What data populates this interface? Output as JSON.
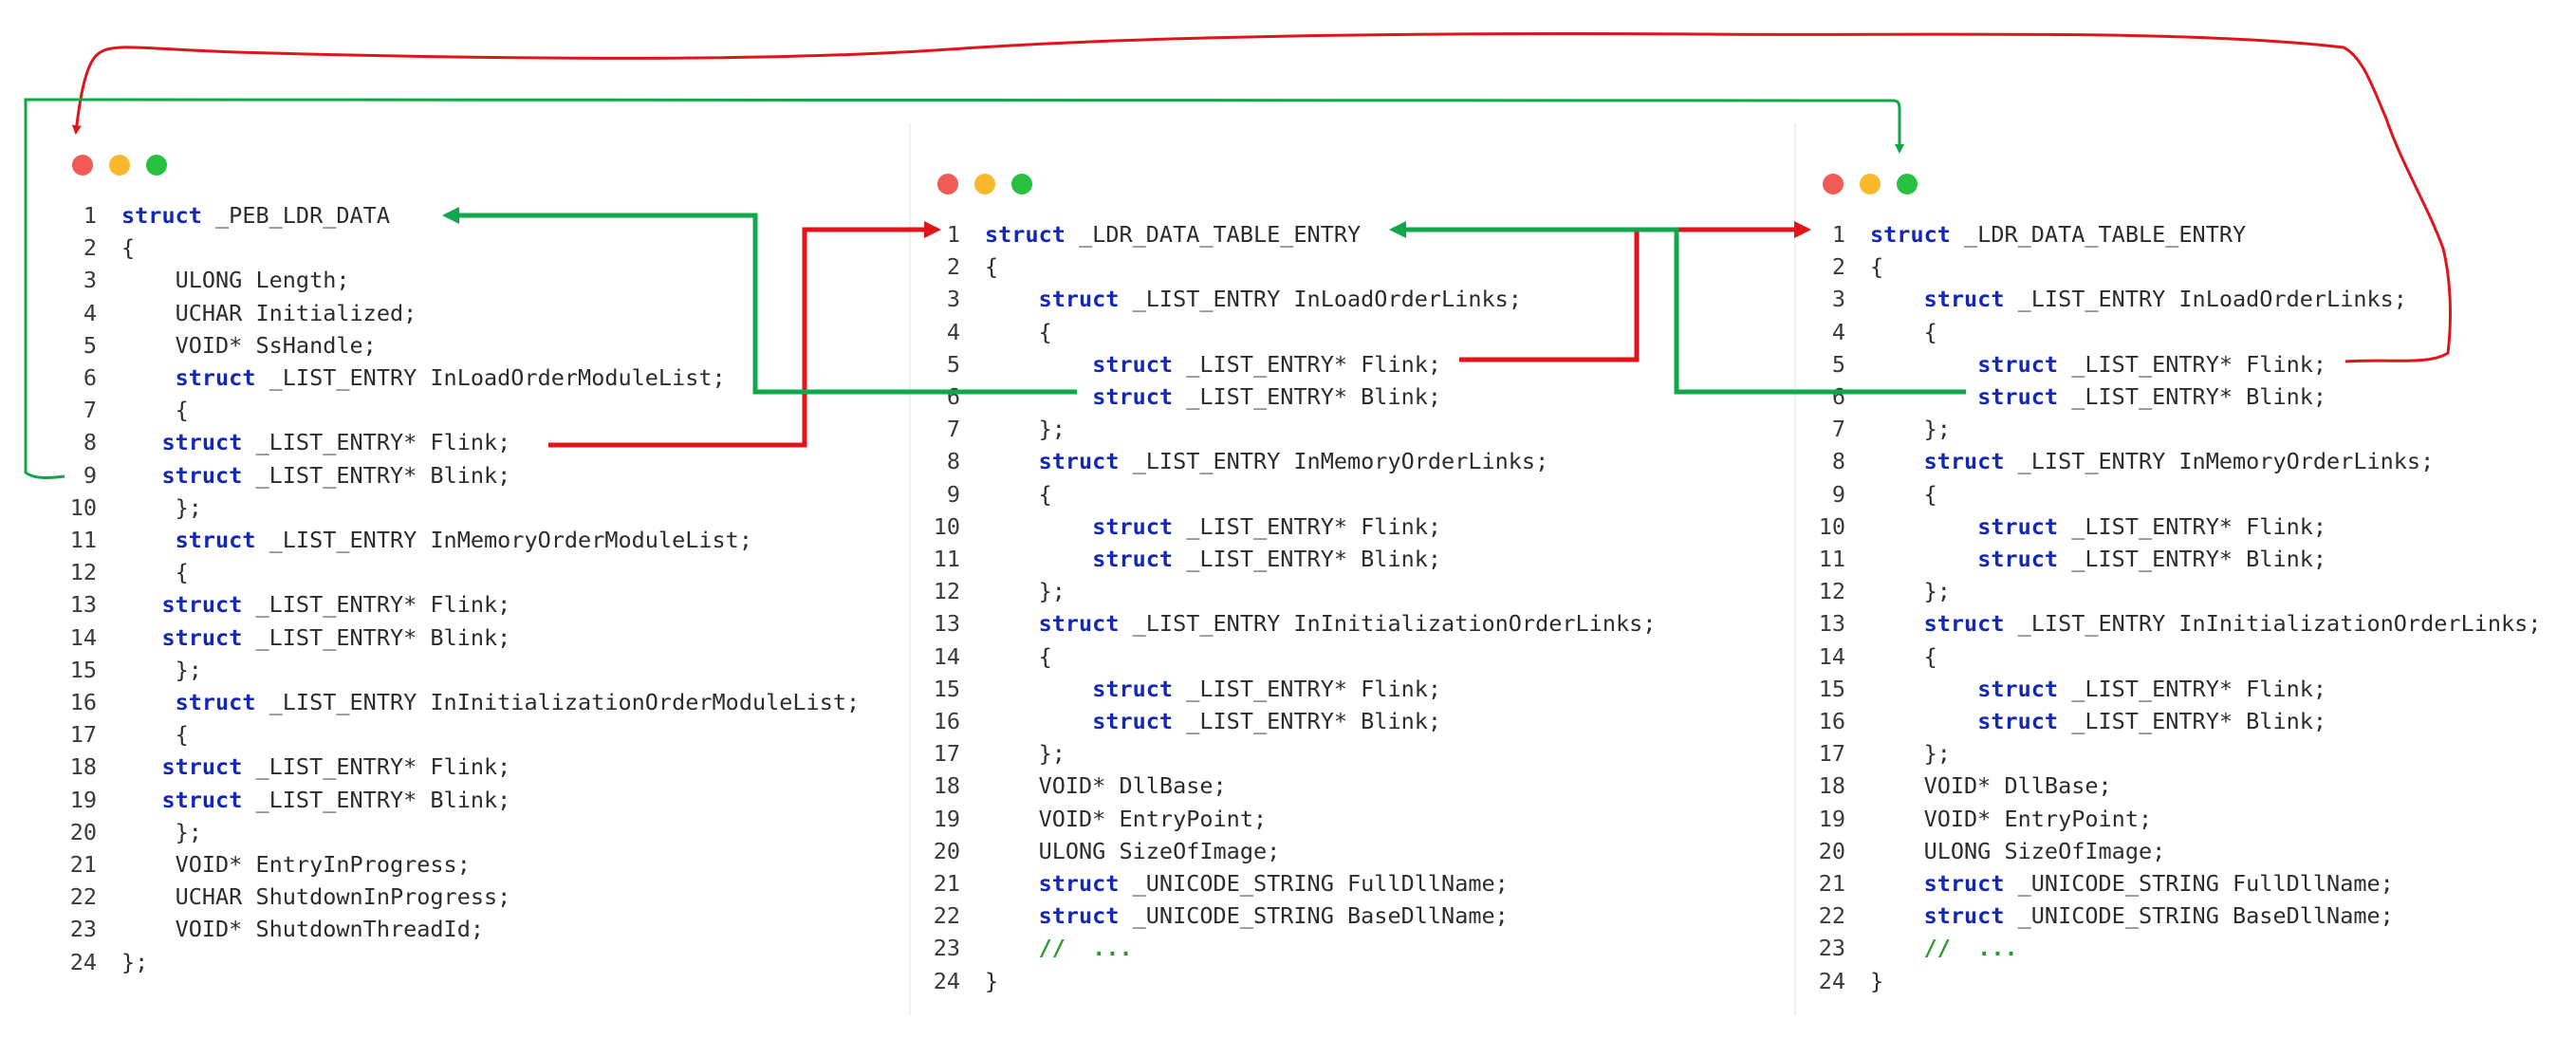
{
  "panels": [
    {
      "id": "peb-ldr-data",
      "lines": [
        [
          {
            "t": "struct",
            "k": true
          },
          {
            "t": " _PEB_LDR_DATA"
          }
        ],
        [
          {
            "t": "{"
          }
        ],
        [
          {
            "t": "    ULONG Length;"
          }
        ],
        [
          {
            "t": "    UCHAR Initialized;"
          }
        ],
        [
          {
            "t": "    VOID* SsHandle;"
          }
        ],
        [
          {
            "t": "    "
          },
          {
            "t": "struct",
            "k": true
          },
          {
            "t": " _LIST_ENTRY InLoadOrderModuleList;"
          }
        ],
        [
          {
            "t": "    {"
          }
        ],
        [
          {
            "t": "   "
          },
          {
            "t": "struct",
            "k": true
          },
          {
            "t": " _LIST_ENTRY* Flink;"
          }
        ],
        [
          {
            "t": "   "
          },
          {
            "t": "struct",
            "k": true
          },
          {
            "t": " _LIST_ENTRY* Blink;"
          }
        ],
        [
          {
            "t": "    };"
          }
        ],
        [
          {
            "t": "    "
          },
          {
            "t": "struct",
            "k": true
          },
          {
            "t": " _LIST_ENTRY InMemoryOrderModuleList;"
          }
        ],
        [
          {
            "t": "    {"
          }
        ],
        [
          {
            "t": "   "
          },
          {
            "t": "struct",
            "k": true
          },
          {
            "t": " _LIST_ENTRY* Flink;"
          }
        ],
        [
          {
            "t": "   "
          },
          {
            "t": "struct",
            "k": true
          },
          {
            "t": " _LIST_ENTRY* Blink;"
          }
        ],
        [
          {
            "t": "    };"
          }
        ],
        [
          {
            "t": "    "
          },
          {
            "t": "struct",
            "k": true
          },
          {
            "t": " _LIST_ENTRY InInitializationOrderModuleList;"
          }
        ],
        [
          {
            "t": "    {"
          }
        ],
        [
          {
            "t": "   "
          },
          {
            "t": "struct",
            "k": true
          },
          {
            "t": " _LIST_ENTRY* Flink;"
          }
        ],
        [
          {
            "t": "   "
          },
          {
            "t": "struct",
            "k": true
          },
          {
            "t": " _LIST_ENTRY* Blink;"
          }
        ],
        [
          {
            "t": "    };"
          }
        ],
        [
          {
            "t": "    VOID* EntryInProgress;"
          }
        ],
        [
          {
            "t": "    UCHAR ShutdownInProgress;"
          }
        ],
        [
          {
            "t": "    VOID* ShutdownThreadId;"
          }
        ],
        [
          {
            "t": "};"
          }
        ]
      ]
    },
    {
      "id": "ldr-data-table-entry-1",
      "lines": [
        [
          {
            "t": "struct",
            "k": true
          },
          {
            "t": " _LDR_DATA_TABLE_ENTRY"
          }
        ],
        [
          {
            "t": "{"
          }
        ],
        [
          {
            "t": "    "
          },
          {
            "t": "struct",
            "k": true
          },
          {
            "t": " _LIST_ENTRY InLoadOrderLinks;"
          }
        ],
        [
          {
            "t": "    {"
          }
        ],
        [
          {
            "t": "        "
          },
          {
            "t": "struct",
            "k": true
          },
          {
            "t": " _LIST_ENTRY* Flink;"
          }
        ],
        [
          {
            "t": "        "
          },
          {
            "t": "struct",
            "k": true
          },
          {
            "t": " _LIST_ENTRY* Blink;"
          }
        ],
        [
          {
            "t": "    };"
          }
        ],
        [
          {
            "t": "    "
          },
          {
            "t": "struct",
            "k": true
          },
          {
            "t": " _LIST_ENTRY InMemoryOrderLinks;"
          }
        ],
        [
          {
            "t": "    {"
          }
        ],
        [
          {
            "t": "        "
          },
          {
            "t": "struct",
            "k": true
          },
          {
            "t": " _LIST_ENTRY* Flink;"
          }
        ],
        [
          {
            "t": "        "
          },
          {
            "t": "struct",
            "k": true
          },
          {
            "t": " _LIST_ENTRY* Blink;"
          }
        ],
        [
          {
            "t": "    };"
          }
        ],
        [
          {
            "t": "    "
          },
          {
            "t": "struct",
            "k": true
          },
          {
            "t": " _LIST_ENTRY InInitializationOrderLinks;"
          }
        ],
        [
          {
            "t": "    {"
          }
        ],
        [
          {
            "t": "        "
          },
          {
            "t": "struct",
            "k": true
          },
          {
            "t": " _LIST_ENTRY* Flink;"
          }
        ],
        [
          {
            "t": "        "
          },
          {
            "t": "struct",
            "k": true
          },
          {
            "t": " _LIST_ENTRY* Blink;"
          }
        ],
        [
          {
            "t": "    };"
          }
        ],
        [
          {
            "t": "    VOID* DllBase;"
          }
        ],
        [
          {
            "t": "    VOID* EntryPoint;"
          }
        ],
        [
          {
            "t": "    ULONG SizeOfImage;"
          }
        ],
        [
          {
            "t": "    "
          },
          {
            "t": "struct",
            "k": true
          },
          {
            "t": " _UNICODE_STRING FullDllName;"
          }
        ],
        [
          {
            "t": "    "
          },
          {
            "t": "struct",
            "k": true
          },
          {
            "t": " _UNICODE_STRING BaseDllName;"
          }
        ],
        [
          {
            "t": "    "
          },
          {
            "t": "//  ...",
            "c": true
          }
        ],
        [
          {
            "t": "}"
          }
        ]
      ]
    },
    {
      "id": "ldr-data-table-entry-2",
      "lines": [
        [
          {
            "t": "struct",
            "k": true
          },
          {
            "t": " _LDR_DATA_TABLE_ENTRY"
          }
        ],
        [
          {
            "t": "{"
          }
        ],
        [
          {
            "t": "    "
          },
          {
            "t": "struct",
            "k": true
          },
          {
            "t": " _LIST_ENTRY InLoadOrderLinks;"
          }
        ],
        [
          {
            "t": "    {"
          }
        ],
        [
          {
            "t": "        "
          },
          {
            "t": "struct",
            "k": true
          },
          {
            "t": " _LIST_ENTRY* Flink;"
          }
        ],
        [
          {
            "t": "        "
          },
          {
            "t": "struct",
            "k": true
          },
          {
            "t": " _LIST_ENTRY* Blink;"
          }
        ],
        [
          {
            "t": "    };"
          }
        ],
        [
          {
            "t": "    "
          },
          {
            "t": "struct",
            "k": true
          },
          {
            "t": " _LIST_ENTRY InMemoryOrderLinks;"
          }
        ],
        [
          {
            "t": "    {"
          }
        ],
        [
          {
            "t": "        "
          },
          {
            "t": "struct",
            "k": true
          },
          {
            "t": " _LIST_ENTRY* Flink;"
          }
        ],
        [
          {
            "t": "        "
          },
          {
            "t": "struct",
            "k": true
          },
          {
            "t": " _LIST_ENTRY* Blink;"
          }
        ],
        [
          {
            "t": "    };"
          }
        ],
        [
          {
            "t": "    "
          },
          {
            "t": "struct",
            "k": true
          },
          {
            "t": " _LIST_ENTRY InInitializationOrderLinks;"
          }
        ],
        [
          {
            "t": "    {"
          }
        ],
        [
          {
            "t": "        "
          },
          {
            "t": "struct",
            "k": true
          },
          {
            "t": " _LIST_ENTRY* Flink;"
          }
        ],
        [
          {
            "t": "        "
          },
          {
            "t": "struct",
            "k": true
          },
          {
            "t": " _LIST_ENTRY* Blink;"
          }
        ],
        [
          {
            "t": "    };"
          }
        ],
        [
          {
            "t": "    VOID* DllBase;"
          }
        ],
        [
          {
            "t": "    VOID* EntryPoint;"
          }
        ],
        [
          {
            "t": "    ULONG SizeOfImage;"
          }
        ],
        [
          {
            "t": "    "
          },
          {
            "t": "struct",
            "k": true
          },
          {
            "t": " _UNICODE_STRING FullDllName;"
          }
        ],
        [
          {
            "t": "    "
          },
          {
            "t": "struct",
            "k": true
          },
          {
            "t": " _UNICODE_STRING BaseDllName;"
          }
        ],
        [
          {
            "t": "    "
          },
          {
            "t": "//  ...",
            "c": true
          }
        ],
        [
          {
            "t": "}"
          }
        ]
      ]
    }
  ],
  "colors": {
    "keyword": "#1428b8",
    "comment": "#2c9a2c",
    "flink_arrow": "#e0151b",
    "blink_arrow": "#10a64a",
    "dot_close": "#f05b57",
    "dot_minimize": "#f8b82e",
    "dot_maximize": "#27c13f"
  },
  "icons": [
    "window-close-dot-icon",
    "window-minimize-dot-icon",
    "window-maximize-dot-icon",
    "arrow-head-icon"
  ]
}
